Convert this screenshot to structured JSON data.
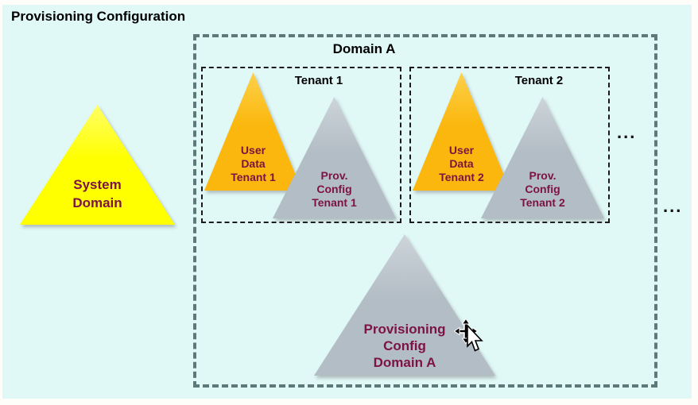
{
  "title": "Provisioning Configuration",
  "system_domain": {
    "lines": [
      "System",
      "Domain"
    ]
  },
  "domain_a": {
    "label": "Domain A",
    "more_tenants_ellipsis": "...",
    "tenants": [
      {
        "label": "Tenant 1",
        "user_data_triangle": {
          "lines": [
            "User",
            "Data",
            "Tenant 1"
          ]
        },
        "prov_config_triangle": {
          "lines": [
            "Prov.",
            "Config",
            "Tenant 1"
          ]
        }
      },
      {
        "label": "Tenant 2",
        "user_data_triangle": {
          "lines": [
            "User",
            "Data",
            "Tenant 2"
          ]
        },
        "prov_config_triangle": {
          "lines": [
            "Prov.",
            "Config",
            "Tenant 2"
          ]
        }
      }
    ],
    "prov_config_domain_triangle": {
      "lines": [
        "Provisioning",
        "Config",
        "Domain A"
      ]
    }
  },
  "more_domains_ellipsis": "...",
  "cursor": {
    "type": "move-pointer"
  },
  "colors": {
    "background": "#e0f9f7",
    "triangle_yellow": "#ffff00",
    "triangle_orange": "#fbb70d",
    "triangle_gray": "#b3bdc5",
    "text_maroon": "#7c1245",
    "domain_border": "#5e7979",
    "tenant_border": "#1a1a1a",
    "title_text": "#000000"
  }
}
